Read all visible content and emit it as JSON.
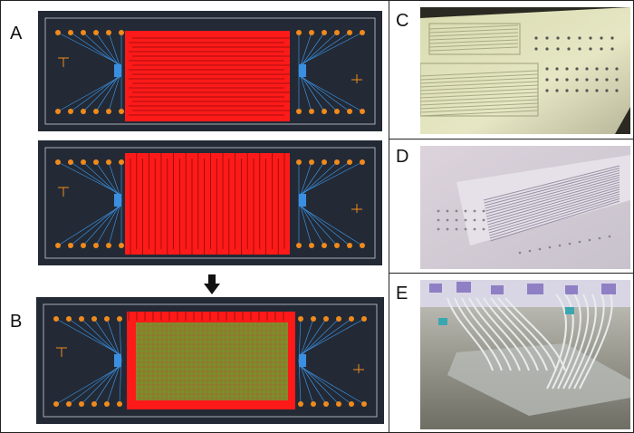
{
  "panels": {
    "A": {
      "label": "A"
    },
    "B": {
      "label": "B"
    },
    "C": {
      "label": "C"
    },
    "D": {
      "label": "D"
    },
    "E": {
      "label": "E"
    }
  },
  "colors": {
    "cad_background": "#232a35",
    "electrode_red": "#ff1a1a",
    "pad_orange": "#f08a1c",
    "trace_blue": "#3b8fe0",
    "overlay_green": "#7a8f2a"
  },
  "arrow_icon": "down-arrow-icon"
}
